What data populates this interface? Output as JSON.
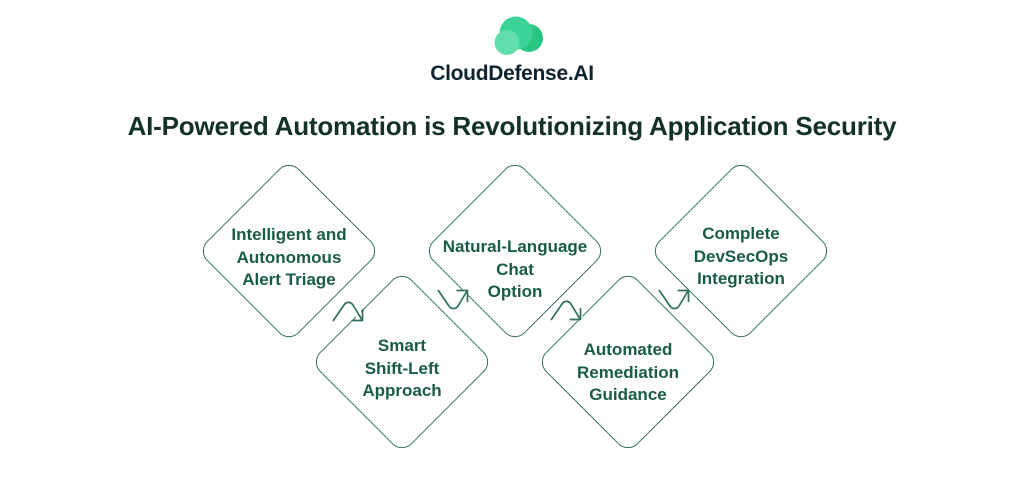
{
  "brand": {
    "name": "CloudDefense.AI",
    "logo_icon": "cloud-icon",
    "logo_colors": {
      "back": "#29c583",
      "main": "#3cd495",
      "front": "#62dea8"
    }
  },
  "title": "AI-Powered Automation is Revolutionizing Application Security",
  "colors": {
    "background": "#ffffff",
    "title_text": "#13302a",
    "brand_text": "#0d2430",
    "node_text": "#185c46",
    "node_border": "#2f6e58",
    "arrow": "#2f6e58"
  },
  "diagram": {
    "nodes": [
      {
        "id": "alert-triage",
        "row": "top",
        "lines": [
          "Intelligent and",
          "Autonomous",
          "Alert Triage"
        ]
      },
      {
        "id": "shift-left",
        "row": "bottom",
        "lines": [
          "Smart",
          "Shift-Left",
          "Approach"
        ]
      },
      {
        "id": "chat-option",
        "row": "top",
        "lines": [
          "Natural-Language",
          "Chat",
          "Option"
        ]
      },
      {
        "id": "remediation",
        "row": "bottom",
        "lines": [
          "Automated",
          "Remediation",
          "Guidance"
        ]
      },
      {
        "id": "devsecops",
        "row": "top",
        "lines": [
          "Complete",
          "DevSecOps",
          "Integration"
        ]
      }
    ],
    "connectors": [
      {
        "from": "alert-triage",
        "to": "shift-left",
        "direction": "down"
      },
      {
        "from": "shift-left",
        "to": "chat-option",
        "direction": "up"
      },
      {
        "from": "chat-option",
        "to": "remediation",
        "direction": "down"
      },
      {
        "from": "remediation",
        "to": "devsecops",
        "direction": "up"
      }
    ]
  }
}
